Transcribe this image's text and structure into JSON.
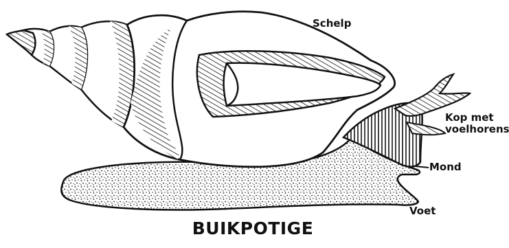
{
  "diagram": {
    "title": "BUIKPOTIGE",
    "labels": {
      "shell": "Schelp",
      "head_line1": "Kop met",
      "head_line2": "voelhorens",
      "mouth": "Mond",
      "foot": "Voet"
    }
  },
  "colors": {
    "ink": "#111111",
    "background": "#ffffff"
  }
}
